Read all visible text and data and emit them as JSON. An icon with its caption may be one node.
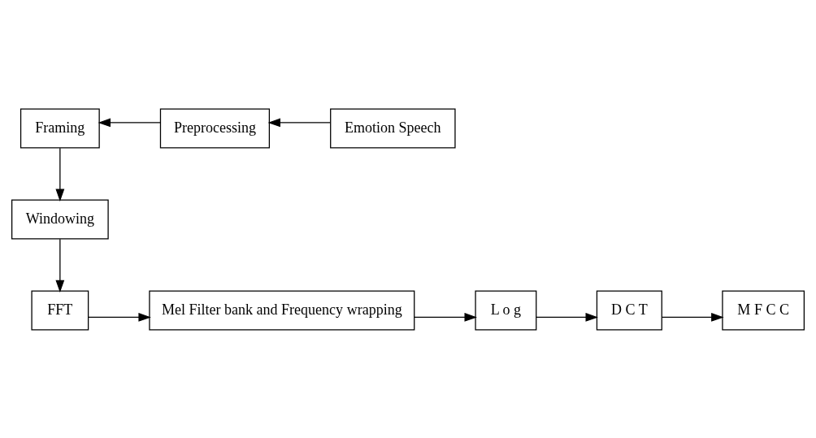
{
  "diagram": {
    "nodes": [
      {
        "text": [
          "Emotion Speech"
        ]
      },
      {
        "text": [
          "Preprocessing"
        ]
      },
      {
        "text": [
          "Framing"
        ]
      },
      {
        "text": [
          "Windowing"
        ]
      },
      {
        "text": [
          "FFT"
        ]
      },
      {
        "text": [
          "Mel Filter bank and Frequency wrapping"
        ]
      },
      {
        "text": [
          "L o g"
        ]
      },
      {
        "text": [
          "D C T"
        ]
      },
      {
        "text": [
          "M F C C"
        ]
      }
    ],
    "edges": [
      {
        "from": 0,
        "to": 1,
        "arrow": "to"
      },
      {
        "from": 1,
        "to": 2,
        "arrow": "to"
      },
      {
        "from": 2,
        "to": 3,
        "arrow": "to"
      },
      {
        "from": 3,
        "to": 4,
        "arrow": "to"
      },
      {
        "from": 4,
        "to": 5,
        "arrow": "to"
      },
      {
        "from": 5,
        "to": 6,
        "arrow": "to"
      },
      {
        "from": 6,
        "to": 7,
        "arrow": "to"
      },
      {
        "from": 7,
        "to": 8,
        "arrow": "to"
      }
    ]
  }
}
